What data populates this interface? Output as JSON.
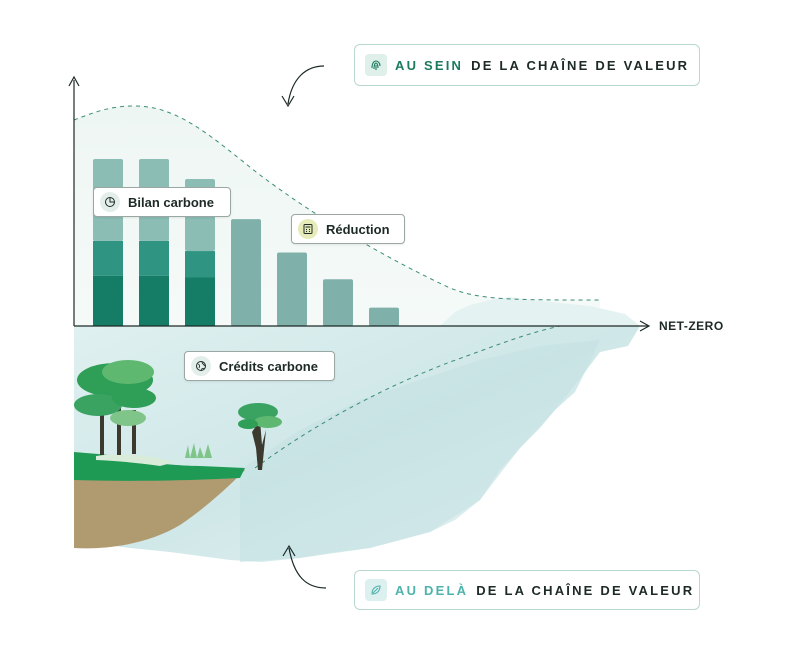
{
  "top_callout": {
    "highlight": "AU SEIN",
    "rest": "DE LA CHAÎNE DE VALEUR",
    "highlight_color": "#1b7a5f",
    "icon": "fingerprint-icon"
  },
  "bottom_callout": {
    "highlight": "AU DELÀ",
    "rest": "DE LA CHAÎNE DE VALEUR",
    "highlight_color": "#4db3ac",
    "icon": "leaf-icon"
  },
  "axis": {
    "x_label": "NET-ZERO"
  },
  "labels": {
    "bilan": {
      "text": "Bilan carbone",
      "icon": "pie-chart-icon"
    },
    "reduction": {
      "text": "Réduction",
      "icon": "calculator-icon"
    },
    "credits": {
      "text": "Crédits carbone",
      "icon": "globe-icon"
    }
  },
  "colors": {
    "dark_green": "#157d65",
    "mid_green": "#2f9582",
    "light_teal": "#8bbdb5",
    "muted_teal": "#7fb1aa",
    "ice": "#d4ebec",
    "soil": "#b09a70",
    "grass": "#1f9a55"
  },
  "chart_data": {
    "type": "bar",
    "bars": [
      {
        "segments": [
          0.3,
          0.21,
          0.49
        ]
      },
      {
        "segments": [
          0.3,
          0.21,
          0.49
        ]
      },
      {
        "segments": [
          0.33,
          0.18,
          0.49
        ]
      },
      {
        "segments": [
          1.0
        ]
      },
      {
        "segments": [
          1.0
        ]
      },
      {
        "segments": [
          1.0
        ]
      },
      {
        "segments": [
          1.0
        ]
      }
    ],
    "values": [
      100,
      100,
      88,
      64,
      44,
      28,
      11
    ]
  }
}
